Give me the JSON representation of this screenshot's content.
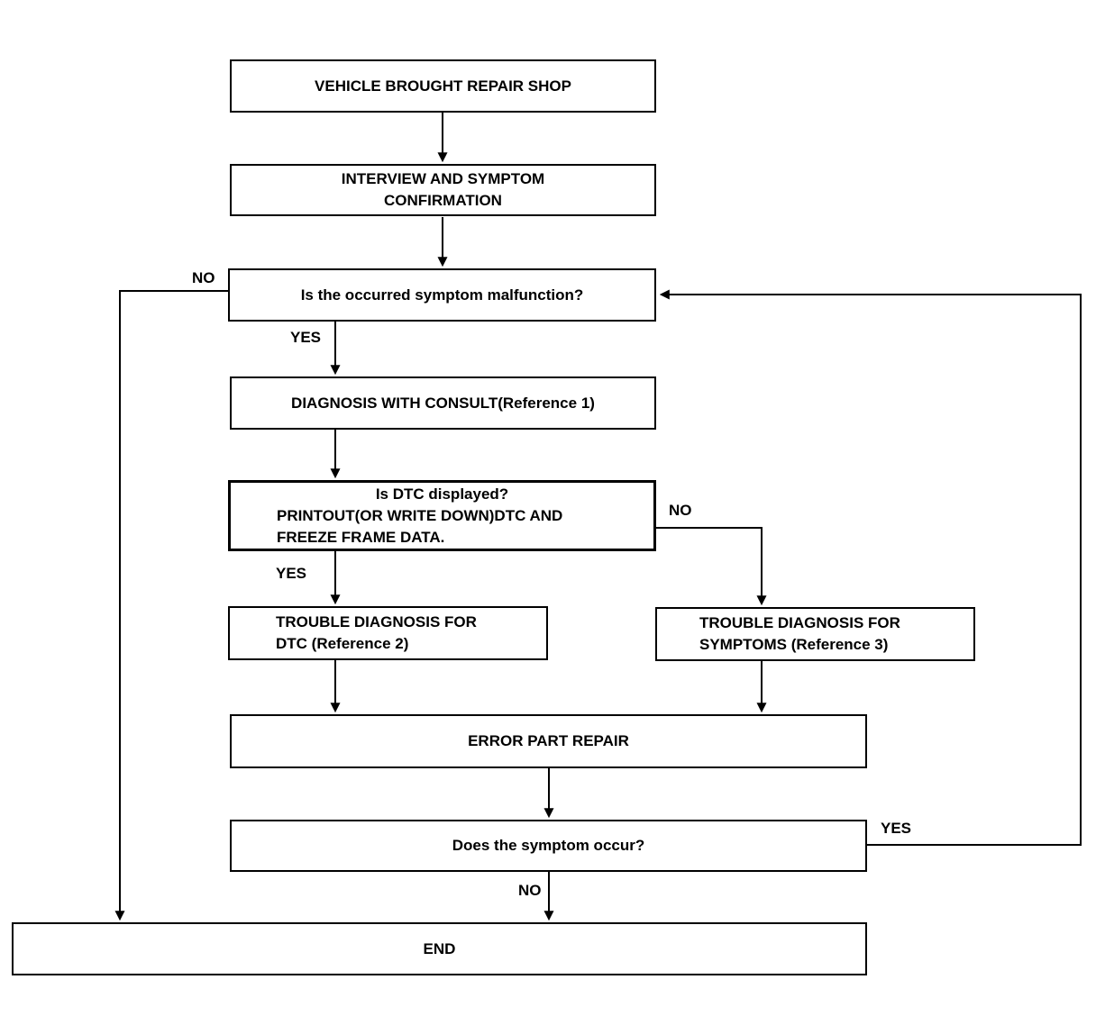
{
  "diagram": {
    "type": "flowchart",
    "background_color": "#ffffff",
    "line_color": "#000000",
    "text_color": "#000000"
  },
  "nodes": {
    "vehicle": {
      "label": "VEHICLE BROUGHT REPAIR SHOP"
    },
    "interview": {
      "lines": [
        "INTERVIEW AND SYMPTOM",
        "CONFIRMATION"
      ]
    },
    "symptom_malfunction": {
      "label": "Is the occurred symptom malfunction?"
    },
    "diagnosis_consult": {
      "label": "DIAGNOSIS WITH CONSULT(Reference 1)"
    },
    "dtc_displayed": {
      "lines": [
        "Is DTC displayed?",
        "PRINTOUT(OR WRITE DOWN)DTC AND",
        "FREEZE FRAME DATA."
      ]
    },
    "trouble_dtc": {
      "lines": [
        "TROUBLE DIAGNOSIS FOR",
        "DTC (Reference 2)"
      ]
    },
    "trouble_symptoms": {
      "lines": [
        "TROUBLE DIAGNOSIS FOR",
        "SYMPTOMS (Reference 3)"
      ]
    },
    "error_repair": {
      "label": "ERROR PART REPAIR"
    },
    "symptom_occur": {
      "label": "Does the symptom occur?"
    },
    "end": {
      "label": "END"
    }
  },
  "edges": {
    "no_symptom": {
      "label": "NO",
      "from": "symptom_malfunction",
      "to": "end"
    },
    "yes_symptom": {
      "label": "YES",
      "from": "symptom_malfunction",
      "to": "diagnosis_consult"
    },
    "yes_dtc": {
      "label": "YES",
      "from": "dtc_displayed",
      "to": "trouble_dtc"
    },
    "no_dtc": {
      "label": "NO",
      "from": "dtc_displayed",
      "to": "trouble_symptoms"
    },
    "no_occur": {
      "label": "NO",
      "from": "symptom_occur",
      "to": "end"
    },
    "yes_occur": {
      "label": "YES",
      "from": "symptom_occur",
      "to": "symptom_malfunction"
    }
  },
  "connections": [
    "vehicle -> interview",
    "interview -> symptom_malfunction",
    "symptom_malfunction -NO-> end",
    "symptom_malfunction -YES-> diagnosis_consult",
    "diagnosis_consult -> dtc_displayed",
    "dtc_displayed -YES-> trouble_dtc",
    "dtc_displayed -NO-> trouble_symptoms",
    "trouble_dtc -> error_repair",
    "trouble_symptoms -> error_repair",
    "error_repair -> symptom_occur",
    "symptom_occur -NO-> end",
    "symptom_occur -YES-> symptom_malfunction"
  ]
}
